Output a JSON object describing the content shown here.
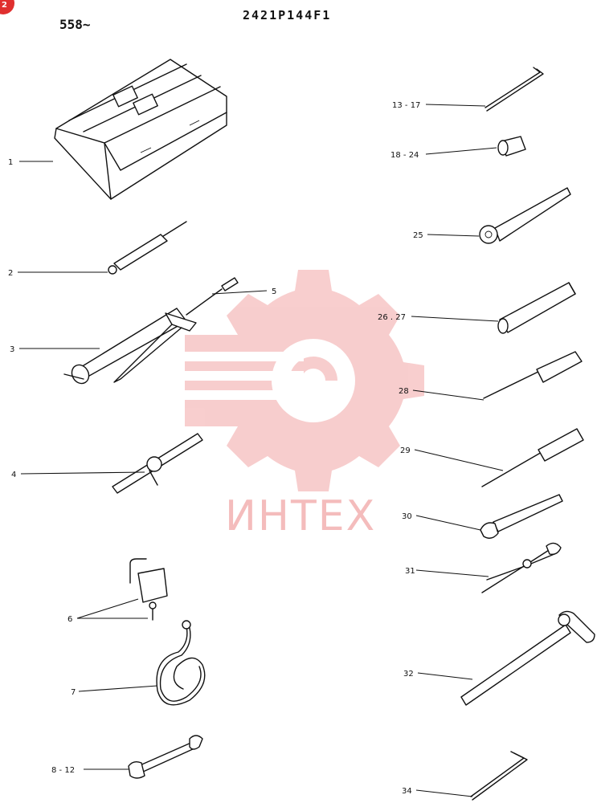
{
  "header": {
    "serial": "558~",
    "part_code": "2421P144F1",
    "badge": "2"
  },
  "watermark": {
    "text": "ИНТЕХ",
    "color": "#f0a0a0"
  },
  "labels": {
    "l1": "1",
    "l2": "2",
    "l3": "3",
    "l4": "4",
    "l5": "5",
    "l6": "6",
    "l7": "7",
    "l8_12": "8 - 12",
    "l13_17": "13 - 17",
    "l18_24": "18 - 24",
    "l25": "25",
    "l26_27": "26 . 27",
    "l28": "28",
    "l29": "29",
    "l30": "30",
    "l31": "31",
    "l32": "32",
    "l34": "34"
  }
}
